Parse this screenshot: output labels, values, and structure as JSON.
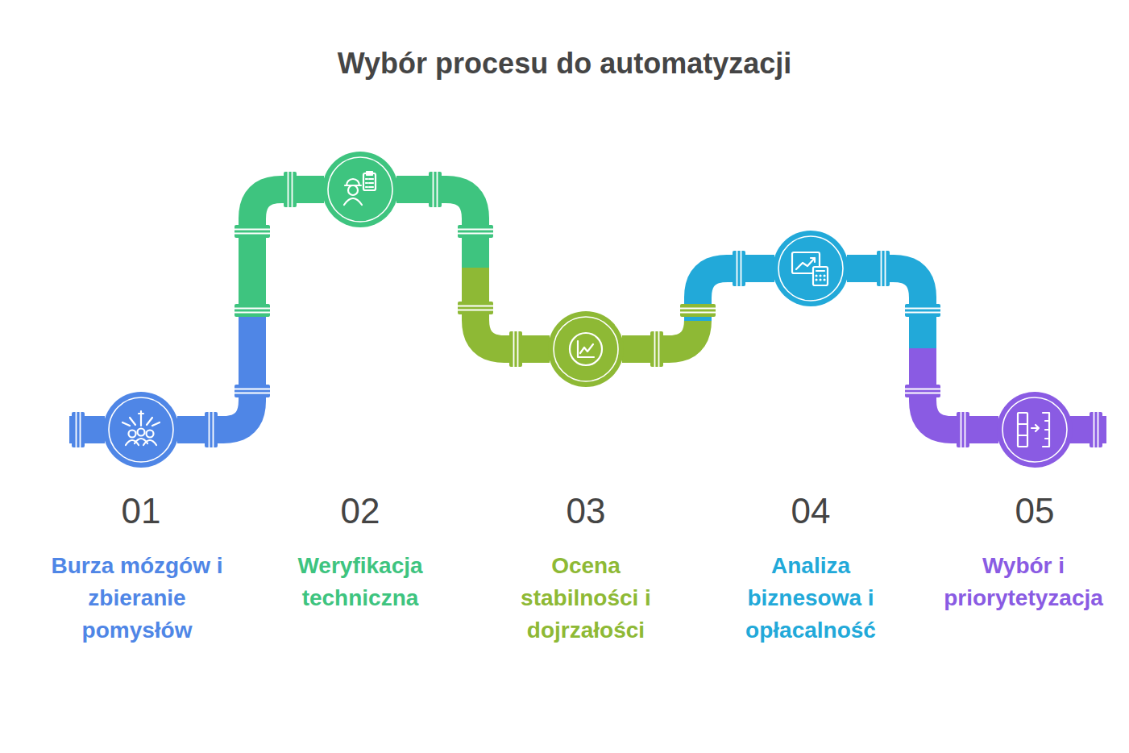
{
  "diagram": {
    "title": "Wybór procesu do automatyzacji",
    "nodes": [
      {
        "text": [
          "01",
          "Burza mózgów i zbieranie pomysłów"
        ]
      },
      {
        "text": [
          "02",
          "Weryfikacja techniczna"
        ]
      },
      {
        "text": [
          "03",
          "Ocena stabilności i dojrzałości"
        ]
      },
      {
        "text": [
          "04",
          "Analiza biznesowa i opłacalność"
        ]
      },
      {
        "text": [
          "05",
          "Wybór i priorytetyzacja"
        ]
      }
    ],
    "edges": [
      {
        "from": 0,
        "to": 1,
        "arrow": "none"
      },
      {
        "from": 1,
        "to": 2,
        "arrow": "none"
      },
      {
        "from": 2,
        "to": 3,
        "arrow": "none"
      },
      {
        "from": 3,
        "to": 4,
        "arrow": "none"
      }
    ]
  }
}
